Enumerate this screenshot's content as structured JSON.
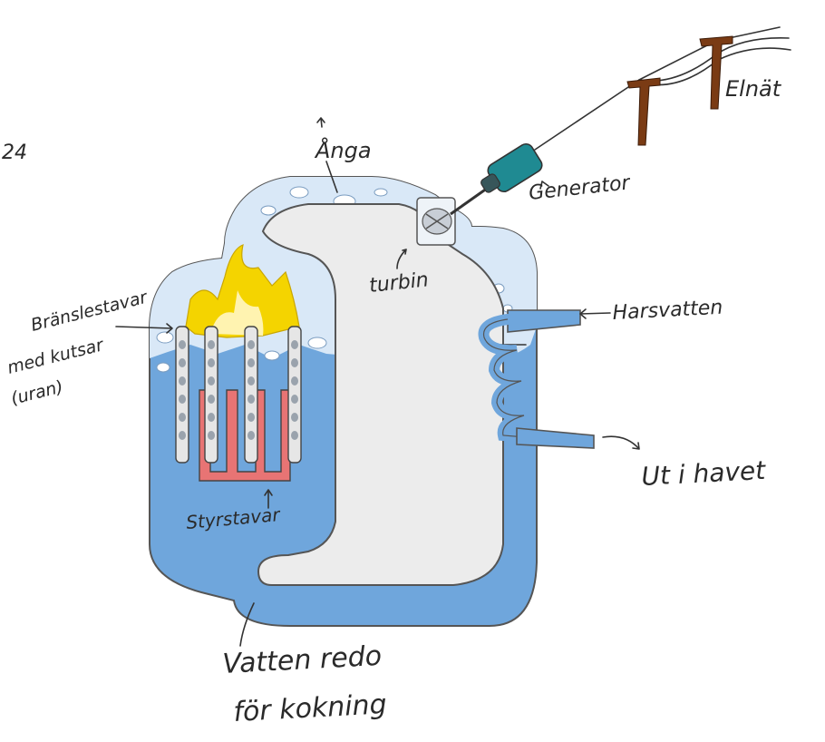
{
  "diagram": {
    "corner_mark": "24",
    "labels": {
      "steam": "Ånga",
      "generator": "Generator",
      "grid": "Elnät",
      "turbine": "turbin",
      "fuel_rods_line1": "Bränslestavar",
      "fuel_rods_line2": "med kutsar",
      "fuel_rods_line3": "(uran)",
      "seawater": "Harsvatten",
      "out_to_sea": "Ut i havet",
      "control_rods": "Styrstavar",
      "water_line1": "Vatten redo",
      "water_line2": "för kokning"
    },
    "colors": {
      "water": "#6fa6dc",
      "steam": "#d9e8f7",
      "inner": "#ececec",
      "control_rods": "#e87474",
      "flame": "#f4d400",
      "generator": "#1f8a92",
      "pole": "#7a3b14",
      "outline": "#555555"
    }
  }
}
